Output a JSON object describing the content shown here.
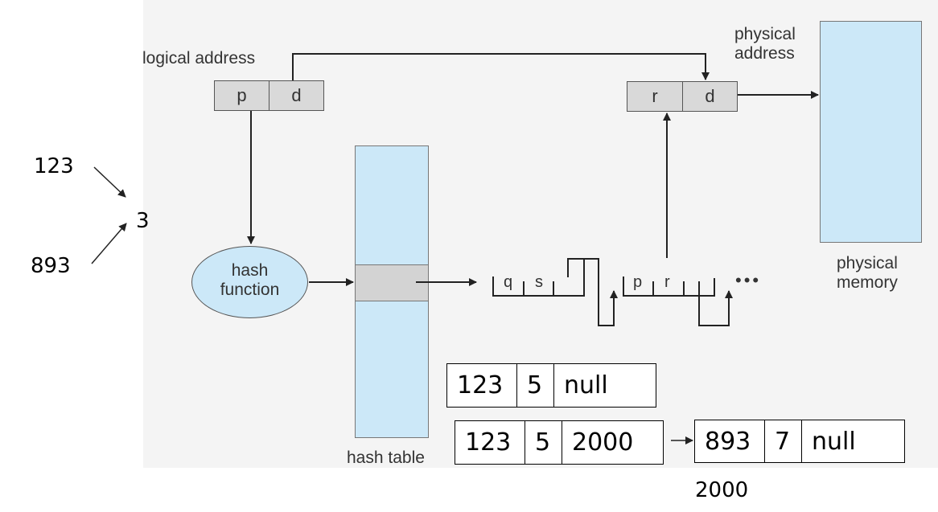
{
  "diagram": {
    "logical_address_label": "logical address",
    "physical_address_label": "physical\naddress",
    "physical_memory_label": "physical\nmemory",
    "hash_function_label": "hash\nfunction",
    "hash_table_label": "hash table",
    "logical_cells": [
      "p",
      "d"
    ],
    "physical_cells": [
      "r",
      "d"
    ],
    "chain_node_1": [
      "q",
      "s"
    ],
    "chain_node_2": [
      "p",
      "r"
    ],
    "ellipsis": "•••"
  },
  "annotations": {
    "key_a": "123",
    "key_b": "893",
    "bucket": "3",
    "record_1": [
      "123",
      "5",
      "null"
    ],
    "record_2": [
      "123",
      "5",
      "2000"
    ],
    "record_3": [
      "893",
      "7",
      "null"
    ],
    "record_3_address": "2000"
  },
  "colors": {
    "memory_fill": "#cce8f8",
    "cell_fill": "#d9d9d9",
    "panel_bg": "#f4f4f4"
  }
}
